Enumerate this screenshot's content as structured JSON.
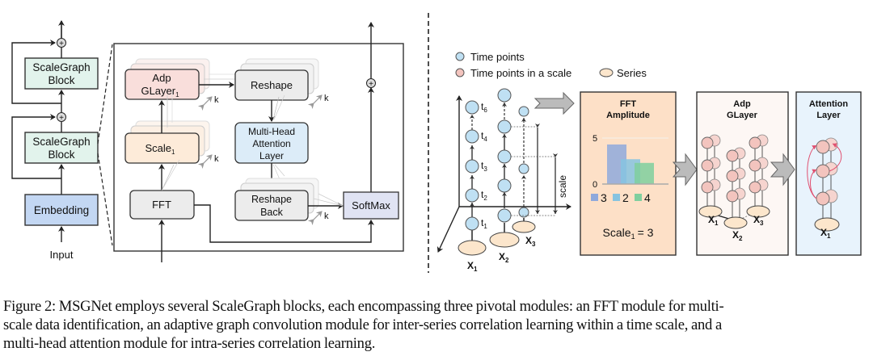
{
  "left_stack": {
    "input_label": "Input",
    "embedding_label": "Embedding",
    "blocks": [
      {
        "line1": "ScaleGraph",
        "line2": "Block"
      },
      {
        "line1": "ScaleGraph",
        "line2": "Block"
      }
    ],
    "plus_symbol": "+"
  },
  "block_detail": {
    "fft_label": "FFT",
    "scale_label": "Scale",
    "scale_sub": "1",
    "adp_line1": "Adp",
    "adp_line2": "GLayer",
    "adp_sub": "1",
    "reshape_label": "Reshape",
    "mha_line1": "Multi-Head",
    "mha_line2": "Attention",
    "mha_line3": "Layer",
    "reshape_back_line1": "Reshape",
    "reshape_back_line2": "Back",
    "softmax_label": "SoftMax",
    "k_label": "k",
    "plus_symbol": "+"
  },
  "legend": {
    "time_points": "Time points",
    "time_points_scale": "Time points in a scale",
    "series": "Series"
  },
  "time_axis": {
    "t_labels": [
      {
        "t": "t",
        "sub": "6"
      },
      {
        "t": "t",
        "sub": "4"
      },
      {
        "t": "t",
        "sub": "3"
      },
      {
        "t": "t",
        "sub": "2"
      },
      {
        "t": "t",
        "sub": "1"
      }
    ],
    "scale_label": "scale",
    "series_labels": [
      {
        "x": "X",
        "sub": "1"
      },
      {
        "x": "X",
        "sub": "2"
      },
      {
        "x": "X",
        "sub": "3"
      }
    ]
  },
  "fft_panel": {
    "title_line1": "FFT",
    "title_line2": "Amplitude",
    "scale_result": "Scale",
    "scale_result_sub": "1",
    "scale_result_value": "= 3"
  },
  "adp_panel": {
    "title_line1": "Adp",
    "title_line2": "GLayer",
    "series_labels": [
      {
        "x": "X",
        "sub": "1"
      },
      {
        "x": "X",
        "sub": "2"
      },
      {
        "x": "X",
        "sub": "3"
      }
    ]
  },
  "attention_panel": {
    "title_line1": "Attention",
    "title_line2": "Layer",
    "series_label": {
      "x": "X",
      "sub": "1"
    }
  },
  "chart_data": {
    "type": "bar",
    "title": "FFT Amplitude",
    "categories": [
      "3",
      "2",
      "4"
    ],
    "values": [
      4.3,
      2.7,
      2.3
    ],
    "colors": [
      "#8fa9dc",
      "#86c3e0",
      "#7fcf9e"
    ],
    "ylim": [
      0,
      5
    ],
    "yticks": [
      "0",
      "5"
    ],
    "xlabel": "",
    "ylabel": "",
    "legend": [
      "3",
      "2",
      "4"
    ],
    "legend_position": "bottom",
    "grid": false
  },
  "colors": {
    "scalegraph_fill": "#e2f3ec",
    "embedding_fill": "#c3d7f3",
    "adp_fill": "#f9dedb",
    "scale_fill": "#fdebd9",
    "gray_fill": "#ececec",
    "mha_fill": "#dcecf8",
    "softmax_fill": "#e0e3f3",
    "blue_node": "#bfe0f3",
    "pink_node": "#f3c4be",
    "series_fill": "#fce6cc",
    "fft_panel_fill": "#fde0c7",
    "adp_panel_fill": "#fdf7f4",
    "attention_panel_fill": "#e8f3fc",
    "attention_arc": "#e05070"
  },
  "caption": {
    "lines": [
      "Figure 2: MSGNet employs several ScaleGraph blocks, each encompassing three pivotal modules: an FFT module for multi-",
      "scale data identification, an adaptive graph convolution module for inter-series correlation learning within a time scale, and a",
      "multi-head attention module for intra-series correlation learning."
    ]
  }
}
